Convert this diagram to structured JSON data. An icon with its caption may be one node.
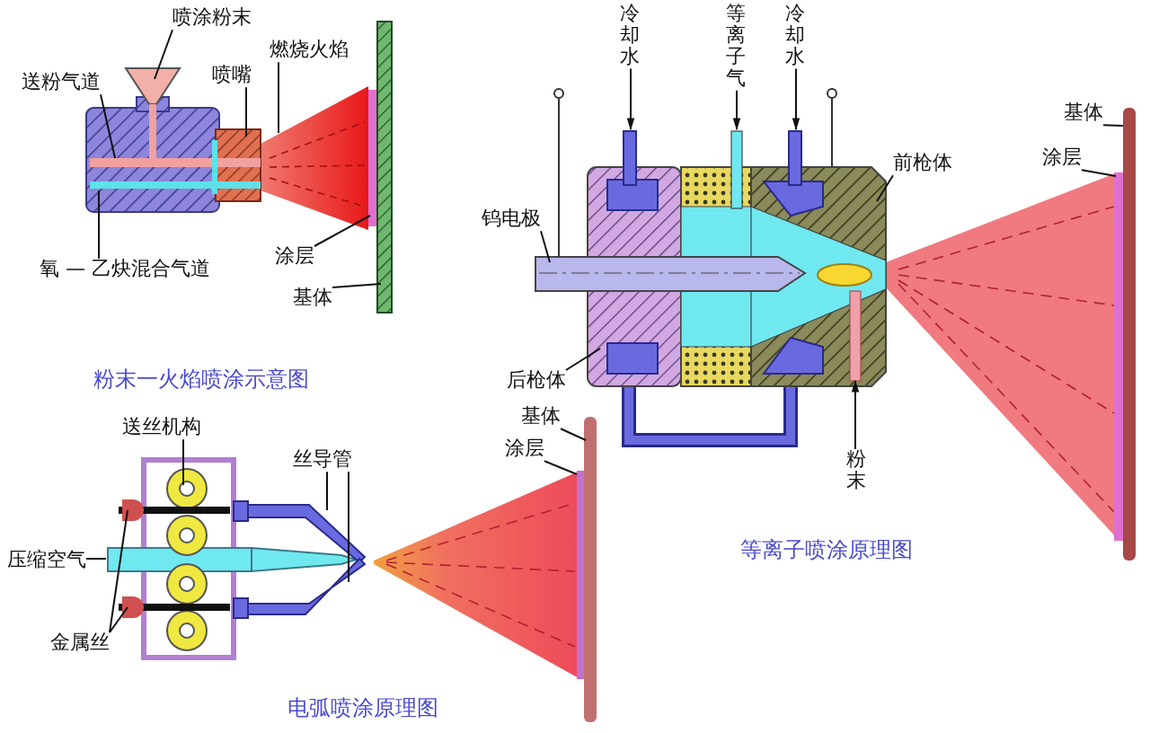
{
  "diagram": {
    "nodes": [
      {
        "text": [
          "喷涂粉末"
        ]
      },
      {
        "text": [
          "送粉气道"
        ]
      },
      {
        "text": [
          "喷嘴"
        ]
      },
      {
        "text": [
          "燃烧火焰"
        ]
      },
      {
        "text": [
          "氧 — 乙炔混合气道"
        ]
      },
      {
        "text": [
          "涂层"
        ]
      },
      {
        "text": [
          "基体"
        ]
      },
      {
        "text": [
          "冷却水"
        ]
      },
      {
        "text": [
          "等离子气"
        ]
      },
      {
        "text": [
          "冷却水"
        ]
      },
      {
        "text": [
          "钨电极"
        ]
      },
      {
        "text": [
          "前枪体"
        ]
      },
      {
        "text": [
          "后枪体"
        ]
      },
      {
        "text": [
          "粉末"
        ]
      },
      {
        "text": [
          "基体"
        ]
      },
      {
        "text": [
          "涂层"
        ]
      },
      {
        "text": [
          "送丝机构"
        ]
      },
      {
        "text": [
          "丝导管"
        ]
      },
      {
        "text": [
          "压缩空气"
        ]
      },
      {
        "text": [
          "金属丝"
        ]
      },
      {
        "text": [
          "基体"
        ]
      },
      {
        "text": [
          "涂层"
        ]
      }
    ],
    "edges": [
      {
        "from": 0,
        "to": null,
        "arrow": "none"
      },
      {
        "from": 1,
        "to": null,
        "arrow": "none"
      },
      {
        "from": 2,
        "to": null,
        "arrow": "none"
      },
      {
        "from": 3,
        "to": null,
        "arrow": "none"
      },
      {
        "from": 4,
        "to": null,
        "arrow": "none"
      },
      {
        "from": 5,
        "to": null,
        "arrow": "none"
      },
      {
        "from": 6,
        "to": null,
        "arrow": "none"
      },
      {
        "from": 7,
        "to": null,
        "arrow": "to"
      },
      {
        "from": 8,
        "to": null,
        "arrow": "to"
      },
      {
        "from": 9,
        "to": null,
        "arrow": "to"
      },
      {
        "from": 10,
        "to": null,
        "arrow": "none"
      },
      {
        "from": 11,
        "to": null,
        "arrow": "none"
      },
      {
        "from": 12,
        "to": null,
        "arrow": "none"
      },
      {
        "from": 13,
        "to": null,
        "arrow": "to"
      },
      {
        "from": 14,
        "to": null,
        "arrow": "none"
      },
      {
        "from": 15,
        "to": null,
        "arrow": "none"
      },
      {
        "from": 16,
        "to": null,
        "arrow": "none"
      },
      {
        "from": 17,
        "to": null,
        "arrow": "none"
      },
      {
        "from": 17,
        "to": null,
        "arrow": "none"
      },
      {
        "from": 18,
        "to": null,
        "arrow": "none"
      },
      {
        "from": 19,
        "to": null,
        "arrow": "none"
      },
      {
        "from": 19,
        "to": null,
        "arrow": "none"
      },
      {
        "from": 20,
        "to": null,
        "arrow": "none"
      },
      {
        "from": 21,
        "to": null,
        "arrow": "none"
      }
    ],
    "labels": [
      "粉末一火焰喷涂示意图",
      "等离子喷涂原理图",
      "电弧喷涂原理图"
    ]
  }
}
